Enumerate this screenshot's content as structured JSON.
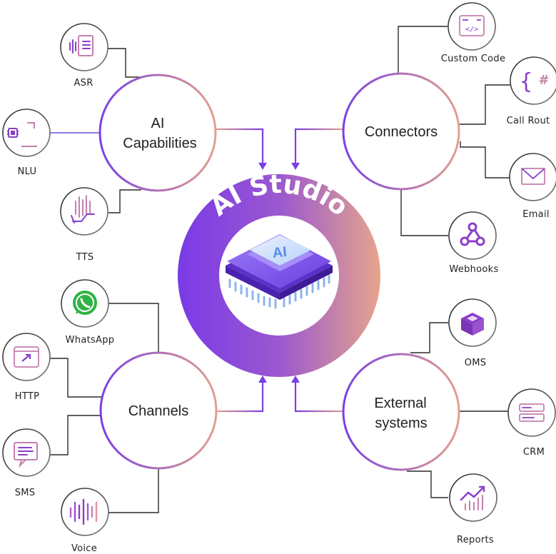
{
  "center": {
    "title": "AI Studio",
    "chip_label": "AI"
  },
  "hubs": {
    "ai_capabilities": {
      "line1": "AI",
      "line2": "Capabilities"
    },
    "connectors": {
      "line1": "Connectors"
    },
    "channels": {
      "line1": "Channels"
    },
    "external_systems": {
      "line1": "External",
      "line2": "systems"
    }
  },
  "leaves": {
    "asr": "ASR",
    "nlu": "NLU",
    "tts": "TTS",
    "custom_code": "Custom Code",
    "call_routing": "Call Rout",
    "email": "Email",
    "webhooks": "Webhooks",
    "whatsapp": "WhatsApp",
    "http": "HTTP",
    "sms": "SMS",
    "voice": "Voice",
    "oms": "OMS",
    "crm": "CRM",
    "reports": "Reports"
  },
  "icons": {
    "asr": "audio-document-icon",
    "nlu": "chip-chat-icon",
    "tts": "waveform-hand-icon",
    "custom_code": "code-window-icon",
    "call_routing": "braces-hash-icon",
    "email": "envelope-icon",
    "webhooks": "webhook-icon",
    "whatsapp": "whatsapp-icon",
    "http": "browser-arrow-icon",
    "sms": "message-lines-icon",
    "voice": "voice-waveform-icon",
    "oms": "box-icon",
    "crm": "crm-cards-icon",
    "reports": "chart-trend-icon"
  },
  "colors": {
    "purple": "#7b3fe4",
    "violet": "#9d5bd2",
    "peach": "#e8a489",
    "line": "#2a2a2a",
    "icon": "#8a3ec8"
  }
}
